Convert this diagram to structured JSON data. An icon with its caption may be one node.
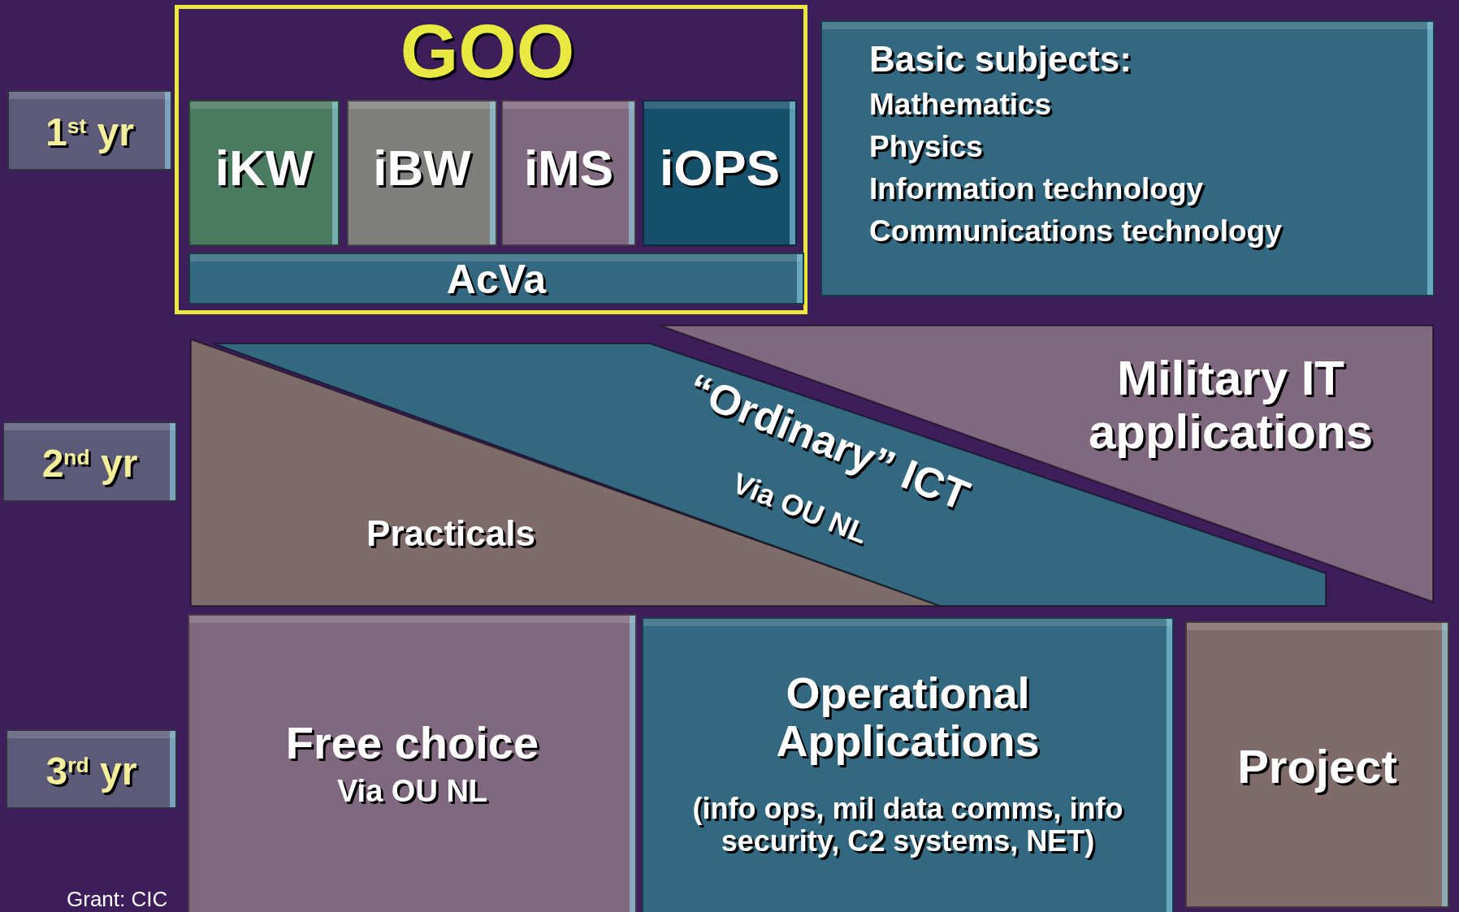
{
  "diagram": {
    "nodes": [
      {
        "text": [
          "1$^{st}$ yr"
        ]
      },
      {
        "text": [
          "2$^{nd}$ yr"
        ]
      },
      {
        "text": [
          "3$^{rd}$ yr"
        ]
      },
      {
        "text": [
          "GOO"
        ]
      },
      {
        "text": [
          "iKW"
        ],
        "in": 3
      },
      {
        "text": [
          "iBW"
        ],
        "in": 3
      },
      {
        "text": [
          "iMS"
        ],
        "in": 3
      },
      {
        "text": [
          "iOPS"
        ],
        "in": 3
      },
      {
        "text": [
          "AcVa"
        ],
        "in": 3
      },
      {
        "text": [
          "Basic subjects:",
          "Mathematics",
          "Physics",
          "Information technology",
          "Communications technology"
        ]
      },
      {
        "text": [
          "Practicals"
        ]
      },
      {
        "text": [
          "“Ordinary” ICT",
          "Via OU NL"
        ]
      },
      {
        "text": [
          "Military IT applications"
        ]
      },
      {
        "text": [
          "Free choice",
          "Via OU NL"
        ]
      },
      {
        "text": [
          "Operational Applications",
          "(info ops, mil data comms, info security, C2 systems, NET)"
        ]
      },
      {
        "text": [
          "Project"
        ]
      }
    ],
    "labels": [
      "Grant: CIC"
    ]
  }
}
